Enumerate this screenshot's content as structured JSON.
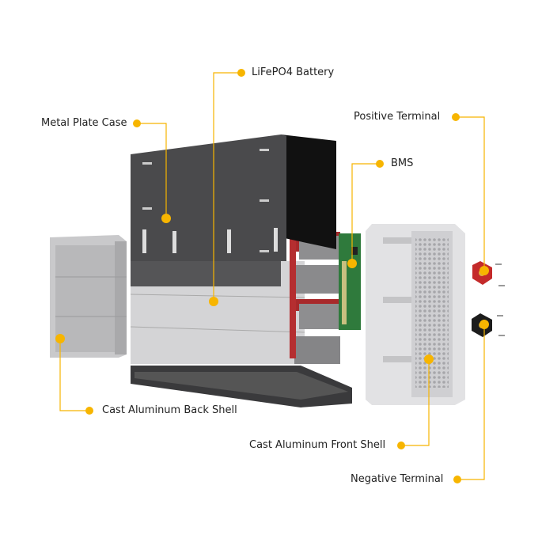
{
  "labels": {
    "battery": "LiFePO4 Battery",
    "metal_case": "Metal Plate Case",
    "positive_terminal": "Positive Terminal",
    "bms": "BMS",
    "back_shell": "Cast Aluminum Back Shell",
    "front_shell": "Cast Aluminum Front Shell",
    "negative_terminal": "Negative Terminal"
  },
  "colors": {
    "accent": "#f7b500",
    "case": "#3c3c3e",
    "shell": "#d9d9db",
    "module_red": "#a8292b",
    "bms_green": "#2f7a3c"
  }
}
